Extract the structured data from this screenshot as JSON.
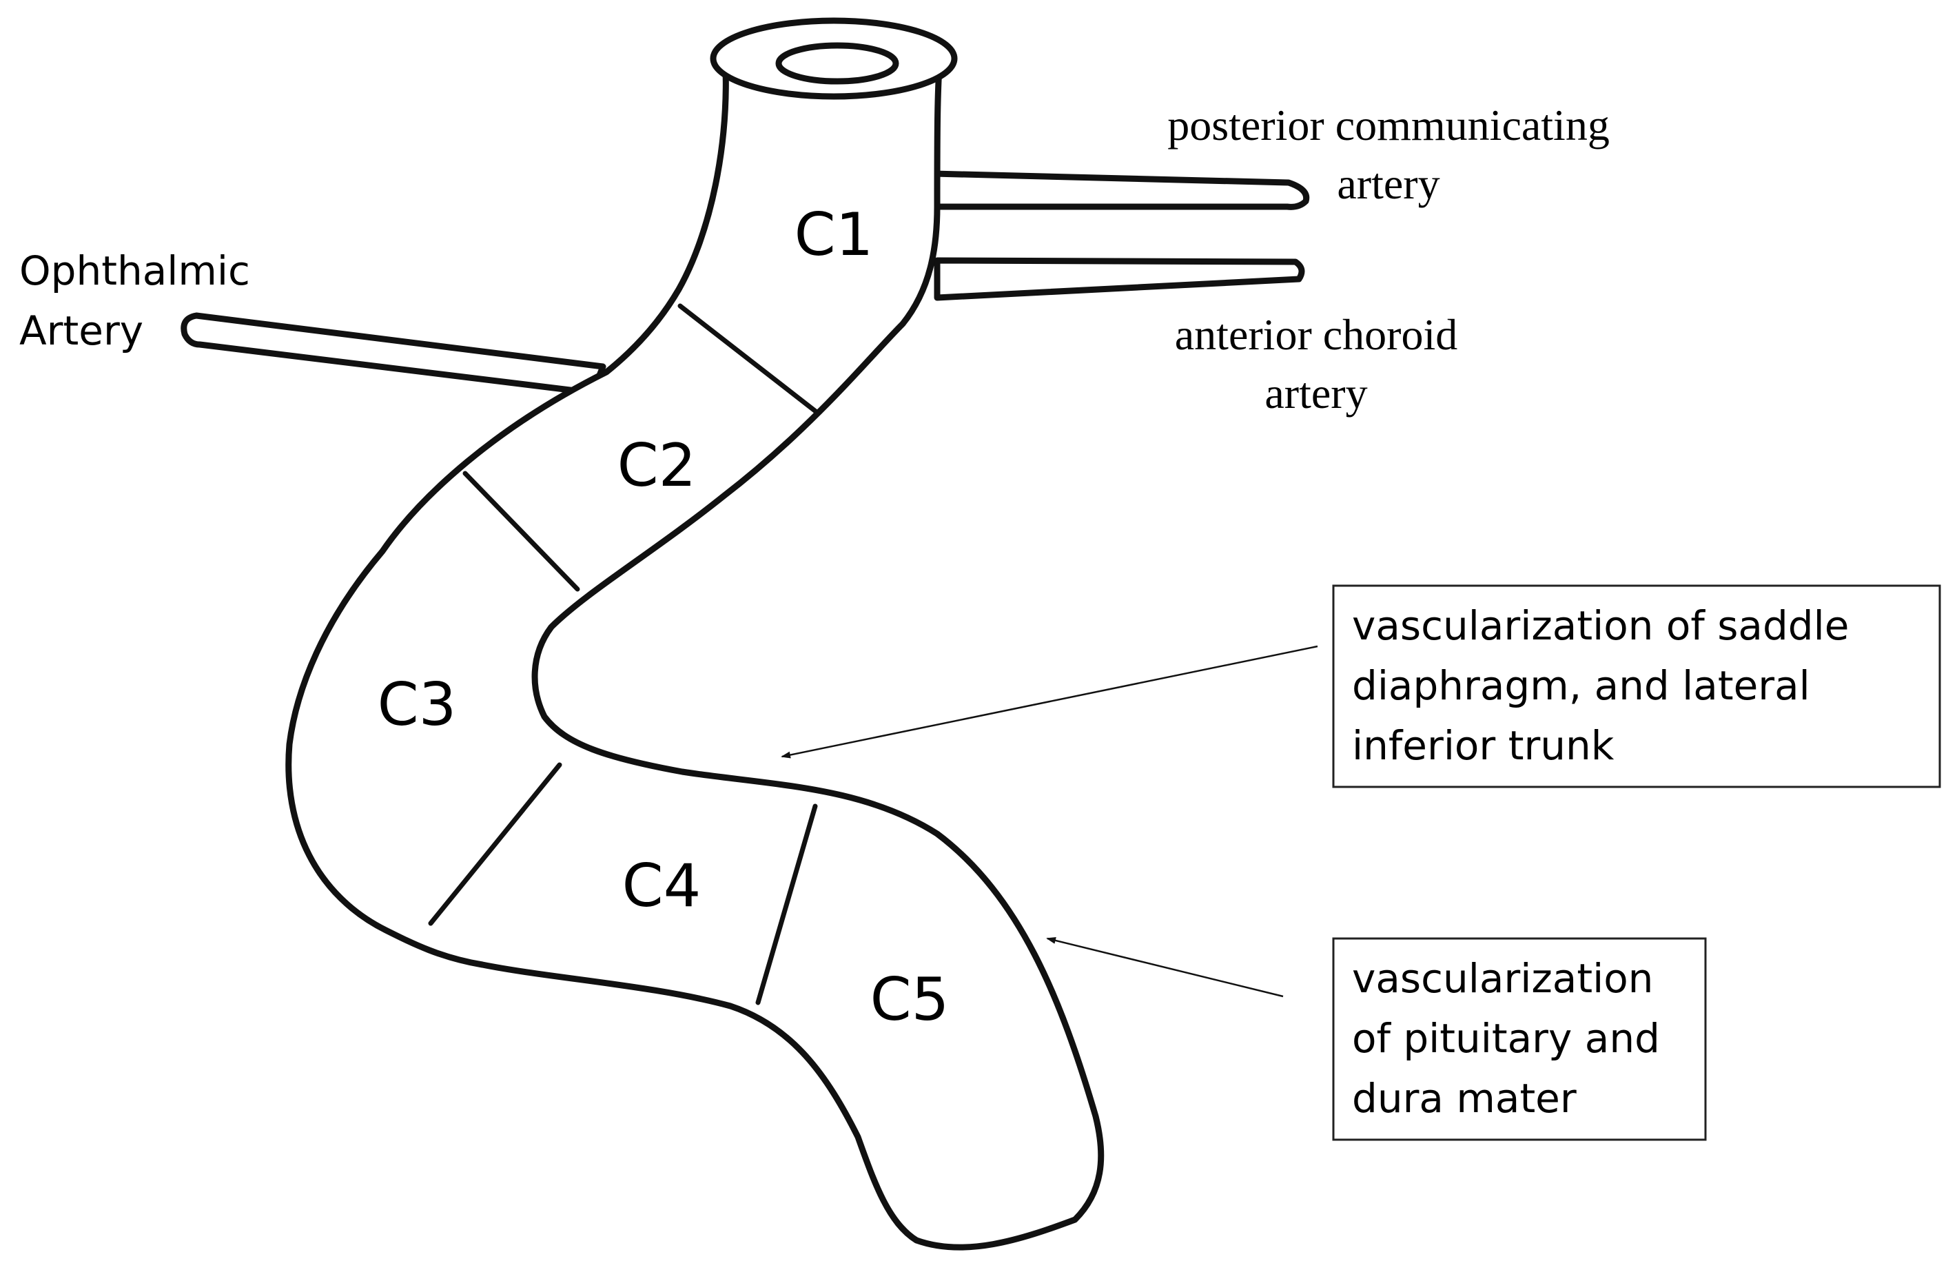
{
  "segments": {
    "c1": "C1",
    "c2": "C2",
    "c3": "C3",
    "c4": "C4",
    "c5": "C5"
  },
  "branches": {
    "ophthalmic_line1": "Ophthalmic",
    "ophthalmic_line2": "Artery",
    "pcom_line1": "posterior communicating",
    "pcom_line2": "artery",
    "achor_line1": "anterior choroid",
    "achor_line2": "artery"
  },
  "callouts": {
    "saddle": [
      "vascularization of saddle",
      "diaphragm, and lateral",
      "inferior trunk"
    ],
    "pituitary": [
      "vascularization",
      "of pituitary and",
      "dura mater"
    ]
  }
}
